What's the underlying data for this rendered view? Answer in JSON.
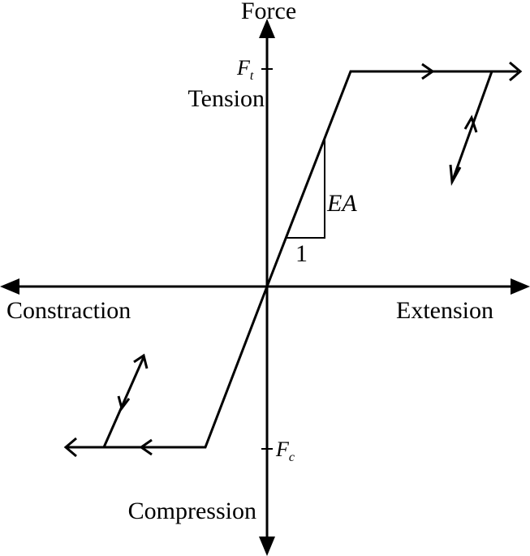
{
  "labels": {
    "y_axis": "Force",
    "x_positive": "Extension",
    "x_negative": "Constraction",
    "tension": "Tension",
    "compression": "Compression",
    "slope": "EA",
    "run": "1",
    "tension_limit": {
      "base": "F",
      "sub": "t"
    },
    "compression_limit": {
      "base": "F",
      "sub": "c"
    }
  },
  "colors": {
    "line": "#000000",
    "background": "#ffffff"
  },
  "icons": {
    "arrowhead": "filled-triangle-arrow",
    "direction_marker": "open-chevron-arrow"
  }
}
